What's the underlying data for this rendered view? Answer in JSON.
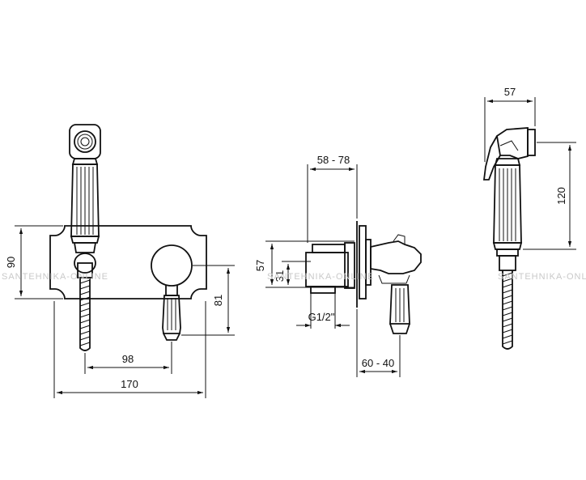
{
  "dimensions": {
    "front_height": "90",
    "front_width": "170",
    "front_spacing": "98",
    "front_right_height": "81",
    "side_depth": "58 - 78",
    "side_height": "57",
    "side_inner_height": "31",
    "side_thread": "G1/2\"",
    "side_projection": "60 - 40",
    "handshower_width": "57",
    "handshower_length": "120"
  },
  "watermark": "SANTEHNIKA-ONLINE"
}
